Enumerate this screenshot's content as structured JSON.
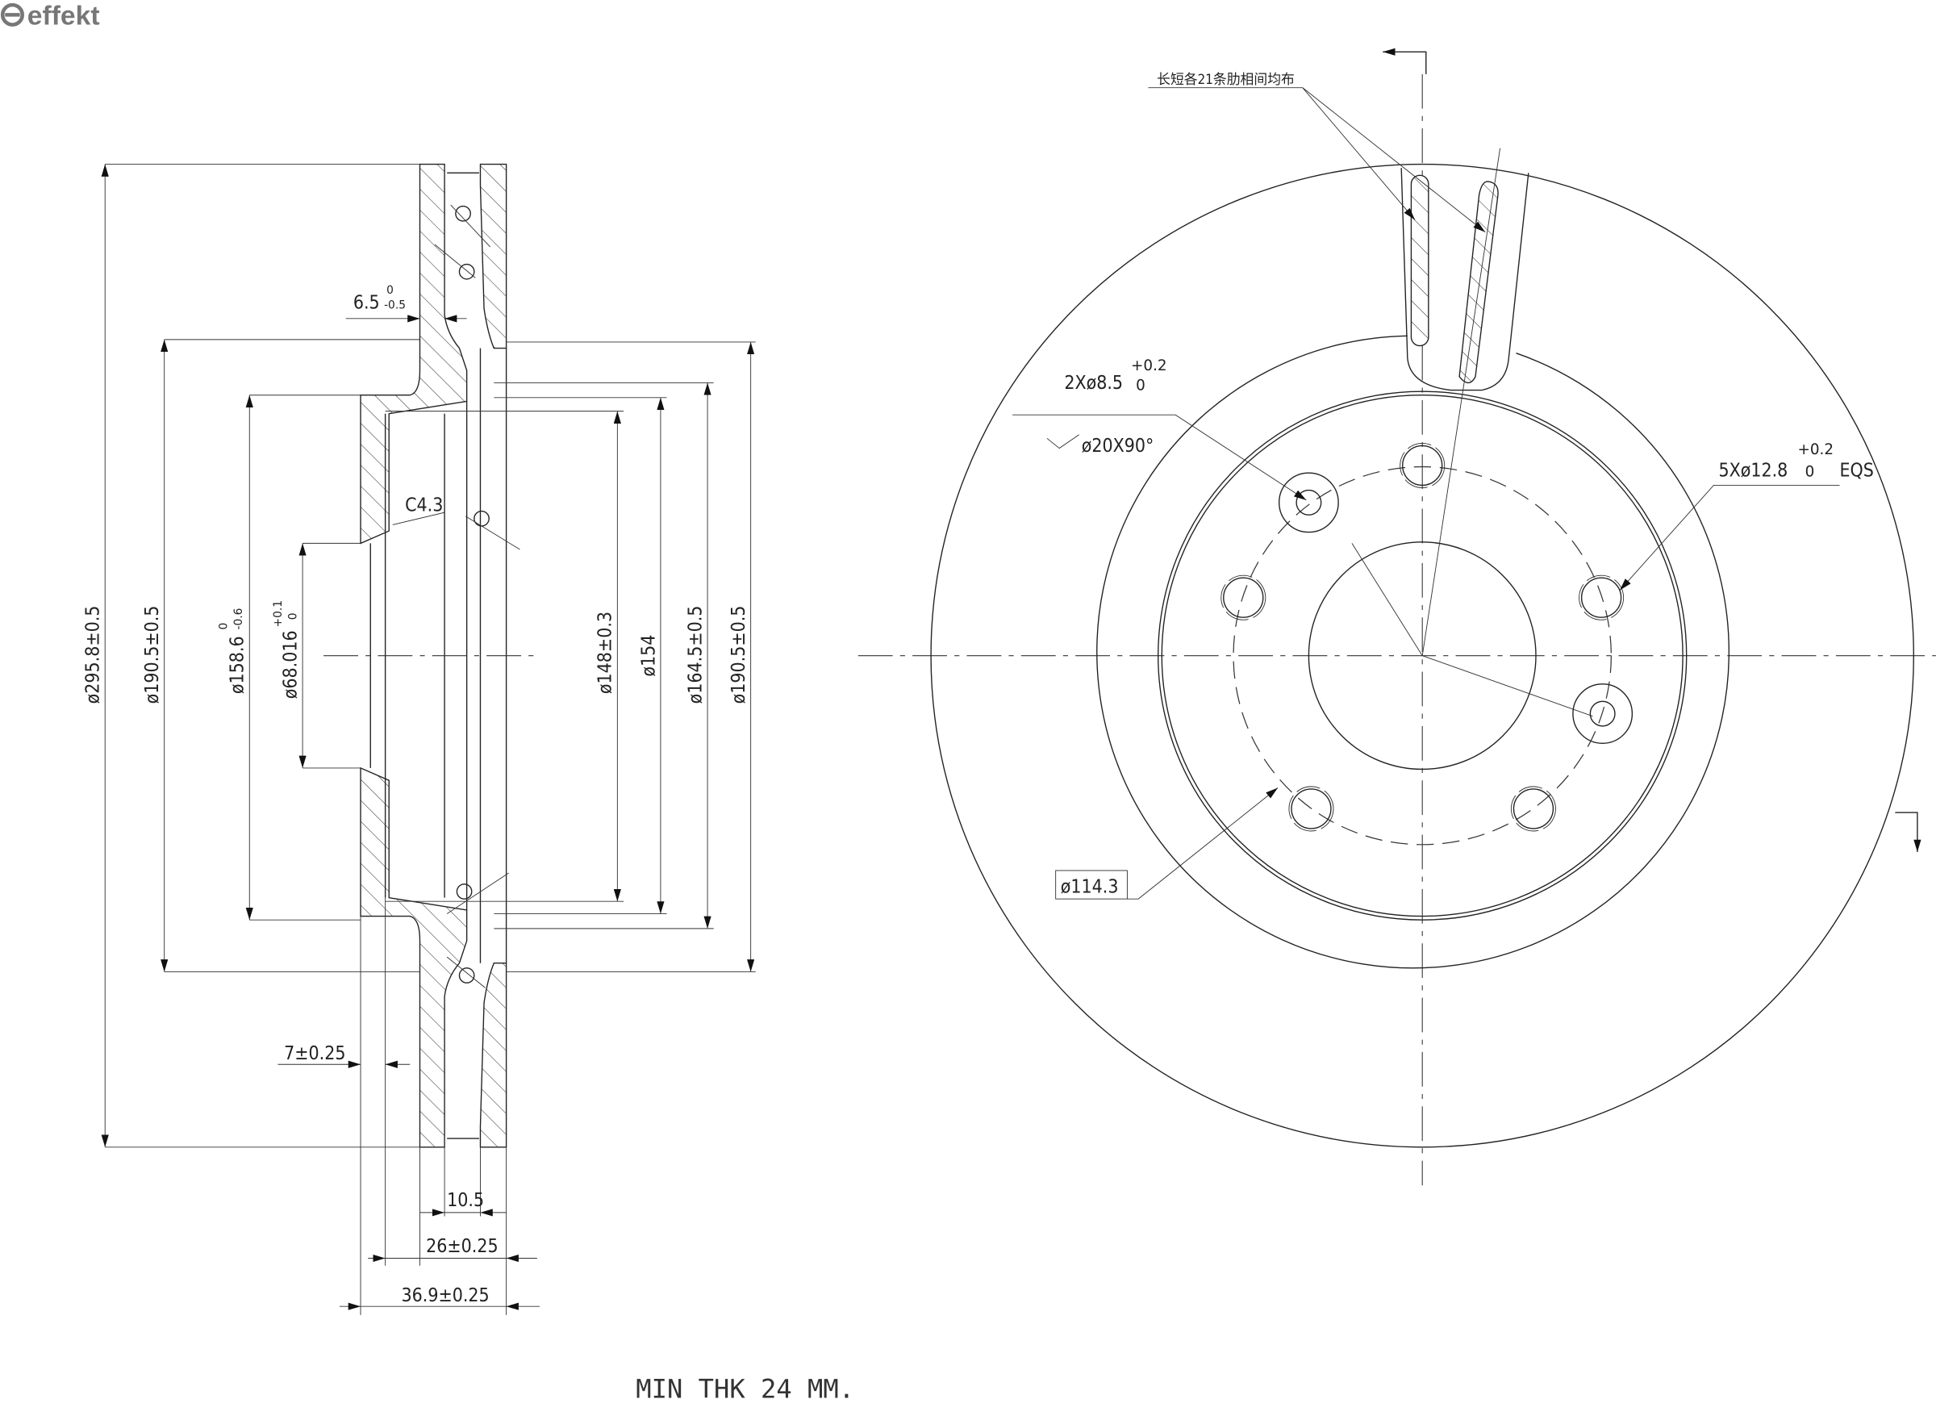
{
  "logo": {
    "text": "effekt"
  },
  "section_view": {
    "dims": {
      "d_outer": "ø295.8±0.5",
      "d_hat_left": "ø190.5±0.5",
      "d_hub": "ø158.6",
      "d_hub_tol_upper": "0",
      "d_hub_tol_lower": "-0.6",
      "d_bore": "ø68.016",
      "d_bore_tol_upper": "+0.1",
      "d_bore_tol_lower": "0",
      "d_148": "ø148±0.3",
      "d_154": "ø154",
      "d_164": "ø164.5±0.5",
      "d_hat_right": "ø190.5±0.5",
      "plate": "6.5",
      "plate_tol_upper": "0",
      "plate_tol_lower": "-0.5",
      "chamfer": "C4.3",
      "hat_wall": "7±0.25",
      "vane_gap": "10.5",
      "thickness": "26±0.25",
      "overall_height": "36.9±0.25"
    },
    "note": "MIN THK 24 MM."
  },
  "face_view": {
    "rib_note": "长短各21条肋相间均布",
    "small_holes": "2Xø8.5",
    "small_holes_tol_upper": "+0.2",
    "small_holes_tol_lower": "0",
    "countersink": "ø20X90°",
    "bolt_holes": "5Xø12.8",
    "bolt_holes_tol_upper": "+0.2",
    "bolt_holes_tol_lower": "0",
    "bolt_holes_suffix": "EQS",
    "pcd": "ø114.3"
  },
  "colors": {
    "line": "#222222",
    "logo": "#777777"
  }
}
